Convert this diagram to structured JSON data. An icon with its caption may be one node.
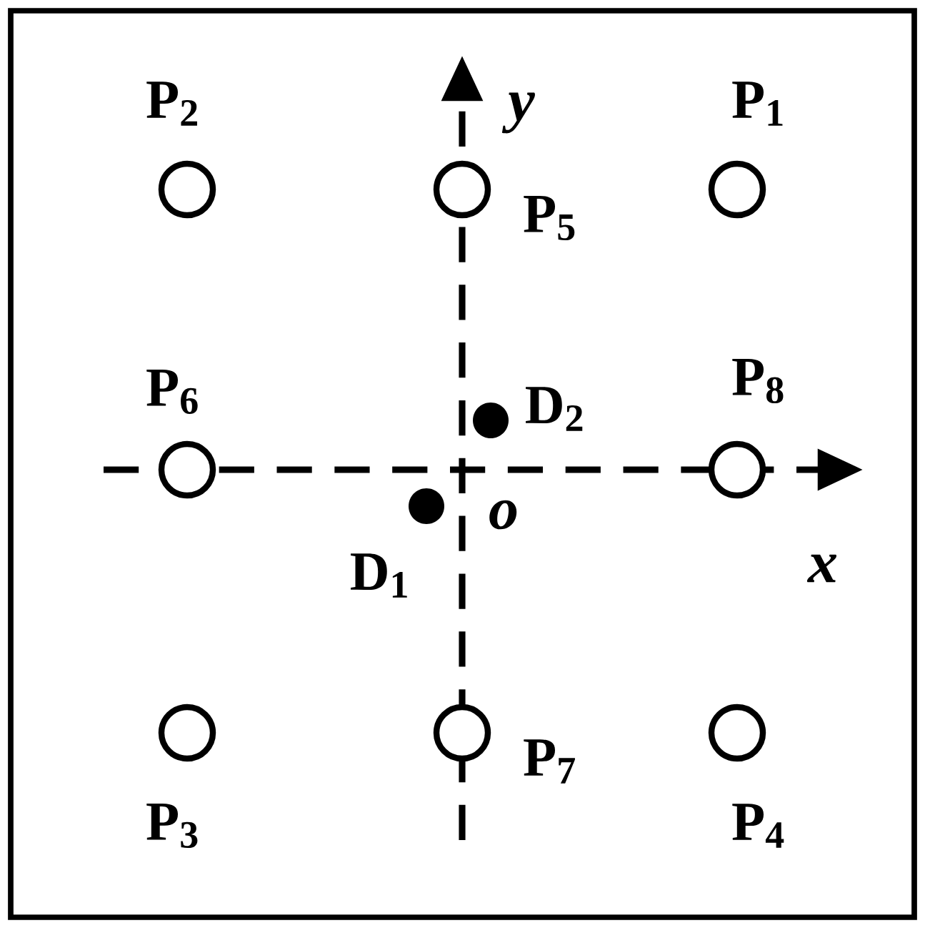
{
  "diagram": {
    "nodes": [
      {
        "text": [],
        "shape": "circle",
        "beside": [
          "P$_{2}$"
        ]
      },
      {
        "text": [],
        "shape": "circle",
        "beside": [
          "P$_{5}$"
        ]
      },
      {
        "text": [],
        "shape": "circle",
        "beside": [
          "P$_{1}$"
        ]
      },
      {
        "text": [],
        "shape": "dot",
        "beside": [
          "D$_{2}$"
        ]
      },
      {
        "text": [],
        "shape": "circle",
        "beside": [
          "P$_{6}$"
        ]
      },
      {
        "text": [],
        "shape": "circle",
        "beside": [
          "P$_{8}$"
        ]
      },
      {
        "text": [],
        "shape": "dot",
        "beside": [
          "D$_{1}$"
        ]
      },
      {
        "text": [],
        "shape": "circle",
        "beside": [
          "P$_{3}$"
        ]
      },
      {
        "text": [],
        "shape": "circle",
        "beside": [
          "P$_{7}$"
        ]
      },
      {
        "text": [],
        "shape": "circle",
        "beside": [
          "P$_{4}$"
        ]
      }
    ],
    "labels": [
      "y",
      "o",
      "x"
    ]
  }
}
